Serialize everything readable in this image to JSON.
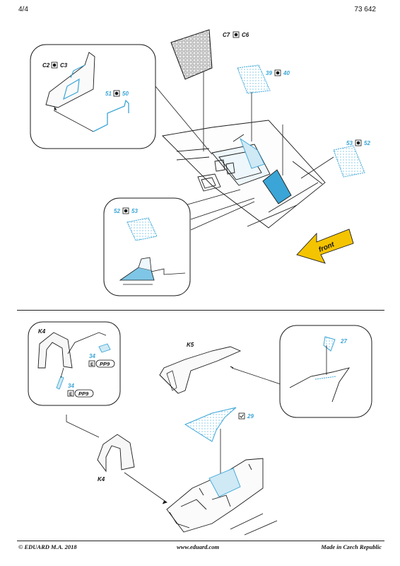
{
  "header": {
    "page": "4/4",
    "set_number": "73 642"
  },
  "footer": {
    "copyright": "© EDUARD  M.A. 2018",
    "website": "www.eduard.com",
    "origin": "Made in Czech Republic"
  },
  "colors": {
    "photo_etch_blue": "#3aa5d6",
    "arrow_yellow": "#f5c400",
    "line": "#1a1a1a"
  },
  "top_section": {
    "labels": {
      "c2": "C2",
      "c3": "C3",
      "p51": "51",
      "p50": "50",
      "c7": "C7",
      "c6": "C6",
      "p39": "39",
      "p40": "40",
      "p53a": "53",
      "p52a": "52",
      "p52b": "52",
      "p53b": "53",
      "front": "front"
    }
  },
  "bottom_section": {
    "labels": {
      "k4a": "K4",
      "p34a": "34",
      "pp9a": "PP9",
      "e_a": "E",
      "p34b": "34",
      "pp9b": "PP9",
      "e_b": "E",
      "k5": "K5",
      "p27": "27",
      "p29": "29",
      "k4b": "K4"
    }
  }
}
